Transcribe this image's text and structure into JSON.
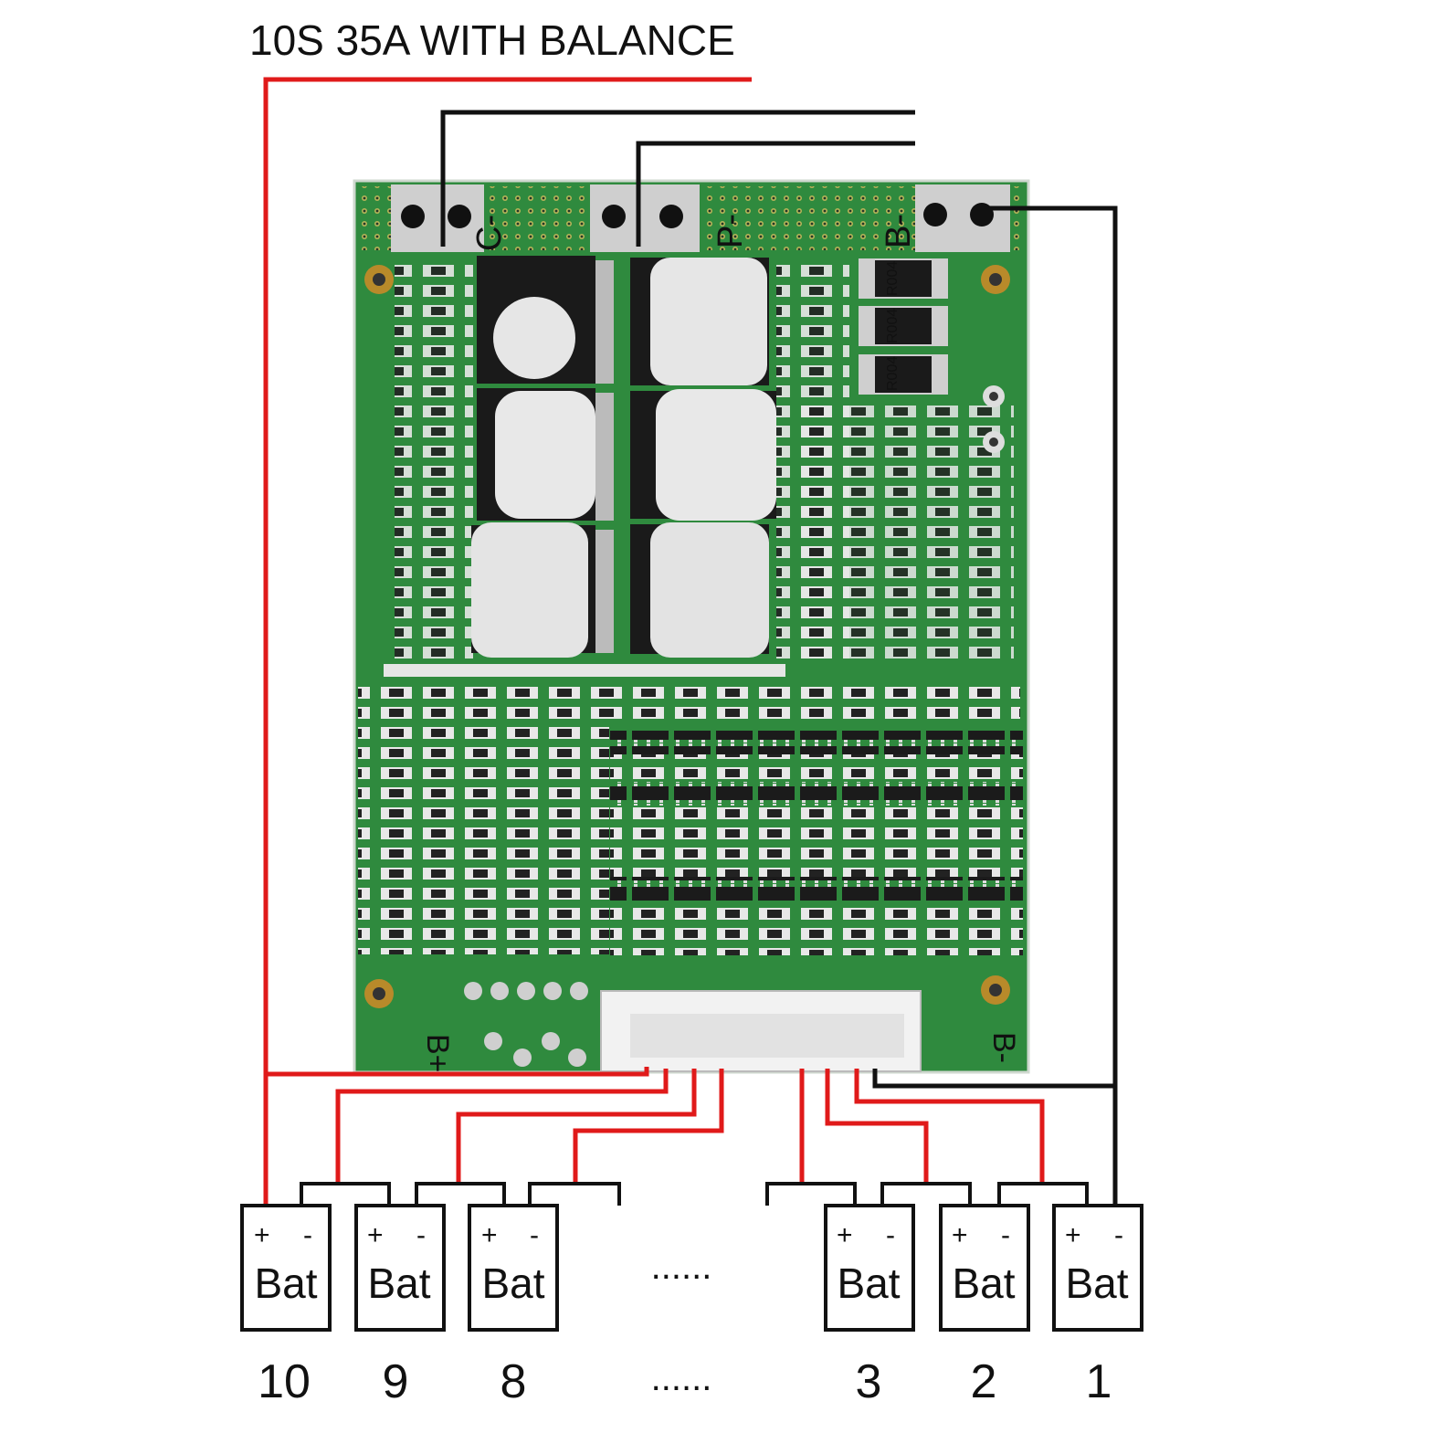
{
  "title": "10S 35A WITH BALANCE",
  "board": {
    "pad_labels": [
      "C-",
      "P-",
      "B-"
    ],
    "bottom_labels": [
      "B+",
      "B-"
    ],
    "resistor_marks": [
      "R004",
      "R004",
      "R004"
    ]
  },
  "batteries": [
    {
      "plus": "+",
      "minus": "-",
      "name": "Bat",
      "number": "10"
    },
    {
      "plus": "+",
      "minus": "-",
      "name": "Bat",
      "number": "9"
    },
    {
      "plus": "+",
      "minus": "-",
      "name": "Bat",
      "number": "8"
    },
    {
      "plus": "+",
      "minus": "-",
      "name": "Bat",
      "number": "3"
    },
    {
      "plus": "+",
      "minus": "-",
      "name": "Bat",
      "number": "2"
    },
    {
      "plus": "+",
      "minus": "-",
      "name": "Bat",
      "number": "1"
    }
  ],
  "ellipsis": "......",
  "colors": {
    "pcb_green": "#2f8a3e",
    "pcb_dark": "#1f5e2a",
    "copper_pad": "#cfcfcf",
    "wire_red": "#e01a1a",
    "wire_black": "#111111",
    "mosfet_black": "#1a1a1a",
    "connector_white": "#f2f2f2"
  }
}
